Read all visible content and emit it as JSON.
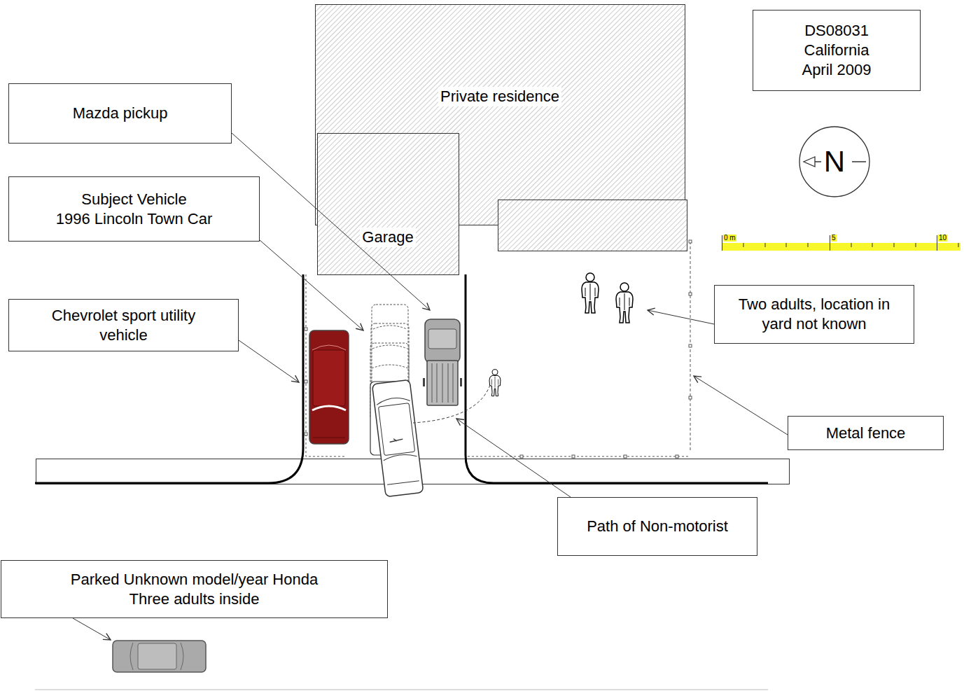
{
  "diagram": {
    "nodes": [
      {
        "text": [
          "Private residence"
        ]
      },
      {
        "text": [
          "DS08031",
          "California",
          "April 2009"
        ]
      },
      {
        "text": [
          "Mazda pickup"
        ]
      },
      {
        "text": [
          "N"
        ]
      },
      {
        "text": [
          "Subject Vehicle",
          "1996 Lincoln Town Car"
        ]
      },
      {
        "text": [
          "Garage"
        ]
      },
      {
        "text": [
          "Two adults, location in yard not known"
        ]
      },
      {
        "text": [
          "Chevrolet sport utility vehicle"
        ]
      },
      {
        "text": [
          "Metal fence"
        ]
      },
      {
        "text": [
          "Path of Non-motorist"
        ]
      },
      {
        "text": [
          "Parked Unknown model/year Honda",
          "Three adults inside"
        ]
      }
    ],
    "labels": [
      "0 m",
      "5",
      "10"
    ]
  }
}
